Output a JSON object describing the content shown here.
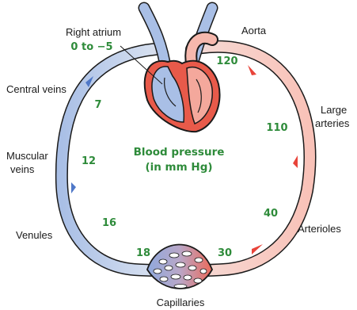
{
  "labels": {
    "right_atrium": "Right atrium",
    "right_atrium_value": "0 to −5",
    "aorta": "Aorta",
    "central_veins": "Central veins",
    "muscular_veins_line1": "Muscular",
    "muscular_veins_line2": "veins",
    "venules": "Venules",
    "capillaries": "Capillaries",
    "arterioles": "Arterioles",
    "large_arteries_line1": "Large",
    "large_arteries_line2": "arteries",
    "center_title_line1": "Blood pressure",
    "center_title_line2": "(in mm Hg)"
  },
  "pressures": {
    "aorta": "120",
    "large_arteries": "110",
    "arterioles": "40",
    "capillaries_arterial_end": "30",
    "capillaries_venous_end": "18",
    "venules": "16",
    "muscular_veins": "12",
    "central_veins": "7"
  },
  "colors": {
    "value_green": "#2e8b3a",
    "artery_fill": "#f9c9c0",
    "artery_dark": "#e8443a",
    "vein_fill": "#a9bfe6",
    "vein_light": "#dfe8f6",
    "heart_red": "#e85a4a",
    "outline": "#1a1a1a",
    "arrow_red": "#e8443a",
    "arrow_blue": "#4f78c8"
  }
}
